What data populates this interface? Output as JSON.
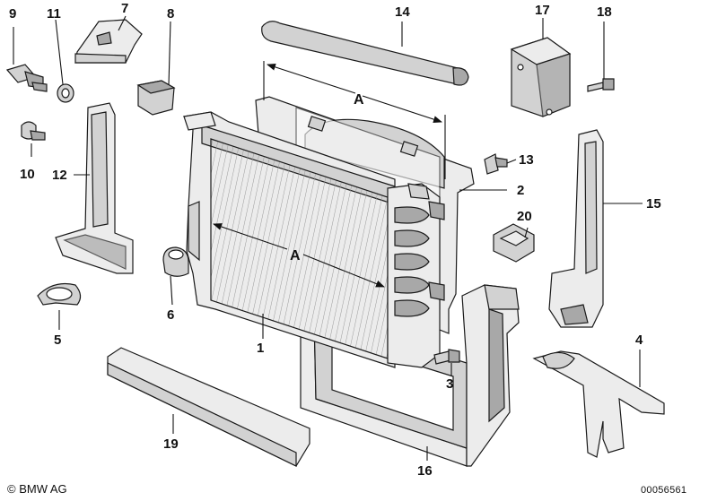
{
  "part_numbers": {
    "p1": "1",
    "p2": "2",
    "p3": "3",
    "p4": "4",
    "p5": "5",
    "p6": "6",
    "p7": "7",
    "p8": "8",
    "p9": "9",
    "p10": "10",
    "p11": "11",
    "p12": "12",
    "p13": "13",
    "p14": "14",
    "p15": "15",
    "p16": "16",
    "p17": "17",
    "p18": "18",
    "p19": "19",
    "p20": "20"
  },
  "dimension_labels": {
    "top": "A",
    "middle": "A"
  },
  "footer": {
    "copyright": "© BMW AG",
    "diagram_id": "00056561"
  },
  "colors": {
    "line": "#111111",
    "part_fill": "#d2d2d2",
    "background": "#ffffff"
  }
}
